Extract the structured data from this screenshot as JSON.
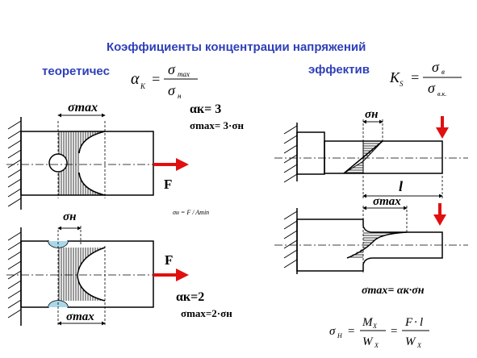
{
  "title": "Коэффициенты концентрации напряжений",
  "labels": {
    "theoretical": "теоретичес",
    "effective": "эффектив"
  },
  "formulas": {
    "alpha_k_def": {
      "lhs": "α",
      "sub": "К",
      "num": "σ",
      "num_sub": "max",
      "den": "σ",
      "den_sub": "н"
    },
    "k_sigma_def": {
      "lhs": "K",
      "sub": "S",
      "num": "σ",
      "num_sub": "в",
      "den": "σ",
      "den_sub": "в.к."
    },
    "sigma_n_small": "σн = F / Amin",
    "sigma_n_bending": {
      "lhs": "σ",
      "lhs_sub": "H",
      "m": "M",
      "m_sub": "X",
      "wx": "W",
      "wx_sub": "X",
      "f": "F",
      "l": "l"
    }
  },
  "top_left": {
    "sigma_max": "σmax",
    "alpha": "αк= 3",
    "relation": "σmax= 3·σн",
    "force": "F"
  },
  "bottom_left": {
    "sigma_n": "σн",
    "sigma_max": "σmax",
    "alpha": "αк=2",
    "relation": "σmax=2·σн",
    "force": "F"
  },
  "top_right": {
    "sigma_n": "σн",
    "length": "l"
  },
  "bottom_right": {
    "sigma_max": "σmax",
    "relation": "σmax= αк·σн"
  },
  "colors": {
    "title": "#2f3fb8",
    "arrow": "#e01010",
    "line": "#000000",
    "notch": "#a9d8ea"
  }
}
